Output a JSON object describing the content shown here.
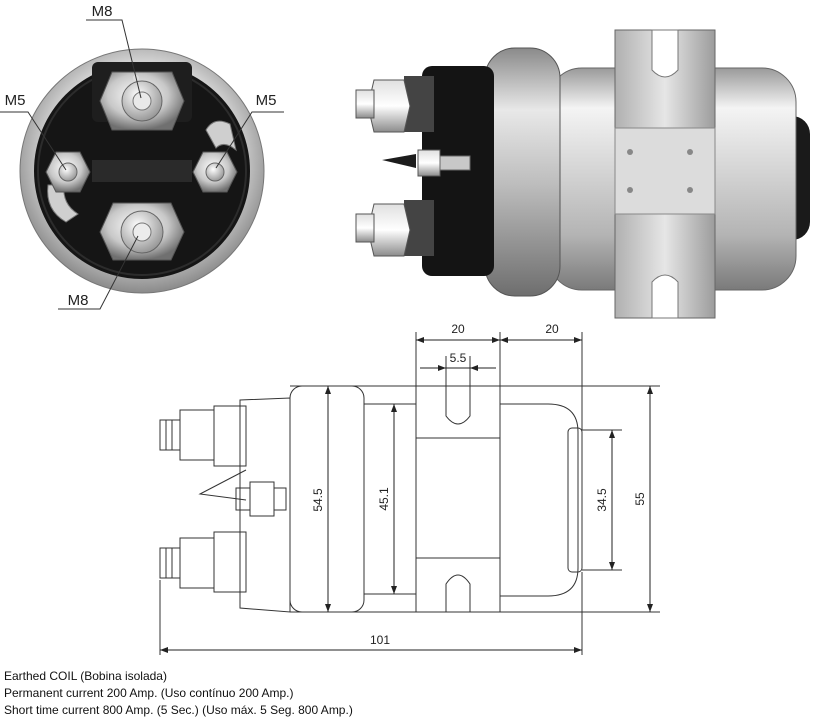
{
  "end_view": {
    "top_terminal": "M8",
    "bottom_terminal": "M8",
    "left_terminal": "M5",
    "right_terminal": "M5"
  },
  "dimensions": {
    "flange_width": "20",
    "body_end_length": "20",
    "slot_width": "5.5",
    "cap_diameter": "54.5",
    "body_diameter": "45.1",
    "end_boss_diameter": "34.5",
    "bracket_height": "55",
    "overall_length": "101"
  },
  "specs": {
    "line1": "Earthed COIL (Bobina isolada)",
    "line2": "Permanent current 200 Amp. (Uso contínuo 200 Amp.)",
    "line3": "Short time current 800 Amp. (5 Sec.) (Uso máx. 5 Seg. 800 Amp.)"
  }
}
